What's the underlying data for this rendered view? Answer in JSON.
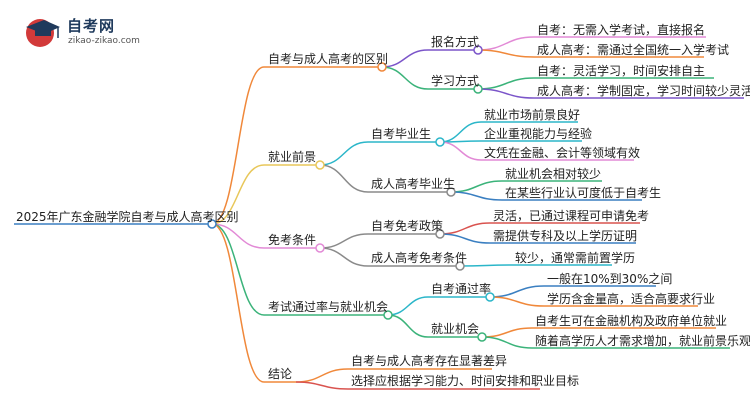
{
  "logo": {
    "title": "自考网",
    "url": "zikao-zikao.com"
  },
  "colors": {
    "root": "#3a7fc1",
    "orange": "#f0883a",
    "yellow": "#e8c75a",
    "pink": "#e28ad6",
    "green": "#3bb37a",
    "teal": "#2bb6c9",
    "gray": "#8a8a8a",
    "purple": "#7b55c9",
    "red": "#d9534f",
    "blue": "#3a7fc1"
  },
  "root": "2025年广东金融学院自考与成人高考区别",
  "branches": [
    {
      "label": "自考与成人高考的区别",
      "children": [
        {
          "label": "报名方式",
          "leaves": [
            "自考：无需入学考试，直接报名",
            "成人高考：需通过全国统一入学考试"
          ]
        },
        {
          "label": "学习方式",
          "leaves": [
            "自考：灵活学习，时间安排自主",
            "成人高考：学制固定，学习时间较少灵活性"
          ]
        }
      ]
    },
    {
      "label": "就业前景",
      "children": [
        {
          "label": "自考毕业生",
          "leaves": [
            "就业市场前景良好",
            "企业重视能力与经验",
            "文凭在金融、会计等领域有效"
          ]
        },
        {
          "label": "成人高考毕业生",
          "leaves": [
            "就业机会相对较少",
            "在某些行业认可度低于自考生"
          ]
        }
      ]
    },
    {
      "label": "免考条件",
      "children": [
        {
          "label": "自考免考政策",
          "leaves": [
            "灵活，已通过课程可申请免考",
            "需提供专科及以上学历证明"
          ]
        },
        {
          "label": "成人高考免考条件",
          "leaves": [
            "较少，通常需前置学历"
          ]
        }
      ]
    },
    {
      "label": "考试通过率与就业机会",
      "children": [
        {
          "label": "自考通过率",
          "leaves": [
            "一般在10%到30%之间",
            "学历含金量高，适合高要求行业"
          ]
        },
        {
          "label": "就业机会",
          "leaves": [
            "自考生可在金融机构及政府单位就业",
            "随着高学历人才需求增加，就业前景乐观"
          ]
        }
      ]
    },
    {
      "label": "结论",
      "children": [
        {
          "label": "自考与成人高考存在显著差异",
          "leaves": []
        },
        {
          "label": "选择应根据学习能力、时间安排和职业目标",
          "leaves": []
        }
      ]
    }
  ]
}
